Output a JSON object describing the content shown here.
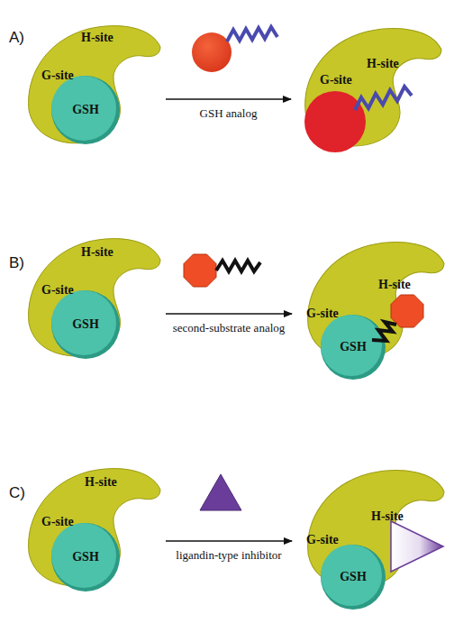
{
  "diagram": {
    "nodes": [
      {
        "text": [
          "H-site",
          "G-site"
        ]
      },
      {
        "text": [
          "GSH"
        ]
      },
      {
        "text": [
          "H-site",
          "G-site"
        ]
      },
      {
        "text": [
          "H-site",
          "G-site"
        ]
      },
      {
        "text": [
          "GSH"
        ]
      },
      {
        "text": [
          "H-site",
          "G-site"
        ]
      },
      {
        "text": [
          "GSH"
        ]
      },
      {
        "text": [
          "H-site",
          "G-site"
        ]
      },
      {
        "text": [
          "GSH"
        ]
      },
      {
        "text": [
          "H-site",
          "G-site"
        ]
      },
      {
        "text": [
          "GSH"
        ]
      }
    ],
    "edges": [
      {
        "from": 0,
        "to": 2,
        "label": "GSH analog",
        "arrow": "to"
      },
      {
        "from": 3,
        "to": 5,
        "label": "second-substrate analog",
        "arrow": "to"
      },
      {
        "from": 7,
        "to": 9,
        "label": "ligandin-type inhibitor",
        "arrow": "to"
      }
    ],
    "labels": [
      "A)",
      "B)",
      "C)"
    ]
  }
}
